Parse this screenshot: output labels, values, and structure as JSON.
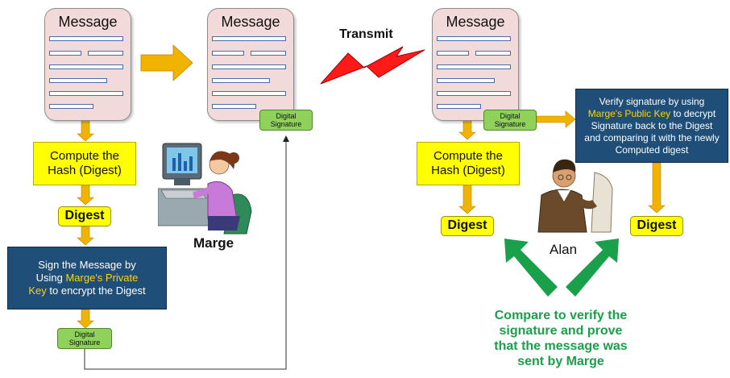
{
  "message_title": "Message",
  "transmit_label": "Transmit",
  "compute_hash": [
    "Compute the",
    "Hash (Digest)"
  ],
  "digest_label": "Digest",
  "sign_box": {
    "line1": "Sign the Message by",
    "line2_pre": "Using ",
    "line2_hl": "Marge's Private",
    "line3_hl": "Key",
    "line3_post": " to encrypt the Digest"
  },
  "digital_signature": [
    "Digital",
    "Signature"
  ],
  "verify_box": {
    "line1": "Verify signature by using",
    "line2_hl": "Marge's Public Key",
    "line2_post": " to decrypt",
    "line3": "Signature back to the Digest",
    "line4": "and comparing it with the newly",
    "line5": "Computed digest"
  },
  "marge_label": "Marge",
  "alan_label": "Alan",
  "compare_text": [
    "Compare to verify the",
    "signature and prove",
    "that the message was",
    "sent by Marge"
  ],
  "colors": {
    "yellow": "#ffff00",
    "blue_box": "#1f4e79",
    "highlight": "#ffd400",
    "signature_green": "#8fd15a",
    "compare_green": "#1aa04a",
    "arrow_orange": "#f0b400",
    "bolt_red": "#ff1a1a"
  }
}
